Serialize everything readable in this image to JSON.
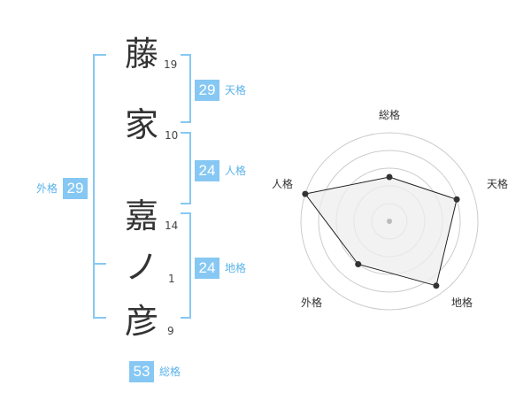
{
  "name": {
    "chars": [
      {
        "char": "藤",
        "strokes": "19"
      },
      {
        "char": "家",
        "strokes": "10"
      },
      {
        "char": "嘉",
        "strokes": "14"
      },
      {
        "char": "ノ",
        "strokes": "1"
      },
      {
        "char": "彦",
        "strokes": "9"
      }
    ]
  },
  "fortunes": {
    "tenkaku": {
      "value": "29",
      "label": "天格"
    },
    "jinkaku": {
      "value": "24",
      "label": "人格"
    },
    "chikaku": {
      "value": "24",
      "label": "地格"
    },
    "gaikaku": {
      "value": "29",
      "label": "外格"
    },
    "soukaku": {
      "value": "53",
      "label": "総格"
    }
  },
  "chart_data": {
    "type": "radar",
    "axes": [
      "総格",
      "天格",
      "地格",
      "外格",
      "人格"
    ],
    "values": [
      0.5,
      0.8,
      0.9,
      0.6,
      1.0
    ],
    "max": 1.0,
    "rings": 5,
    "colors": {
      "fill": "#eeeeee",
      "stroke": "#222222",
      "ring": "#cccccc",
      "center": "#bbbbbb"
    }
  }
}
